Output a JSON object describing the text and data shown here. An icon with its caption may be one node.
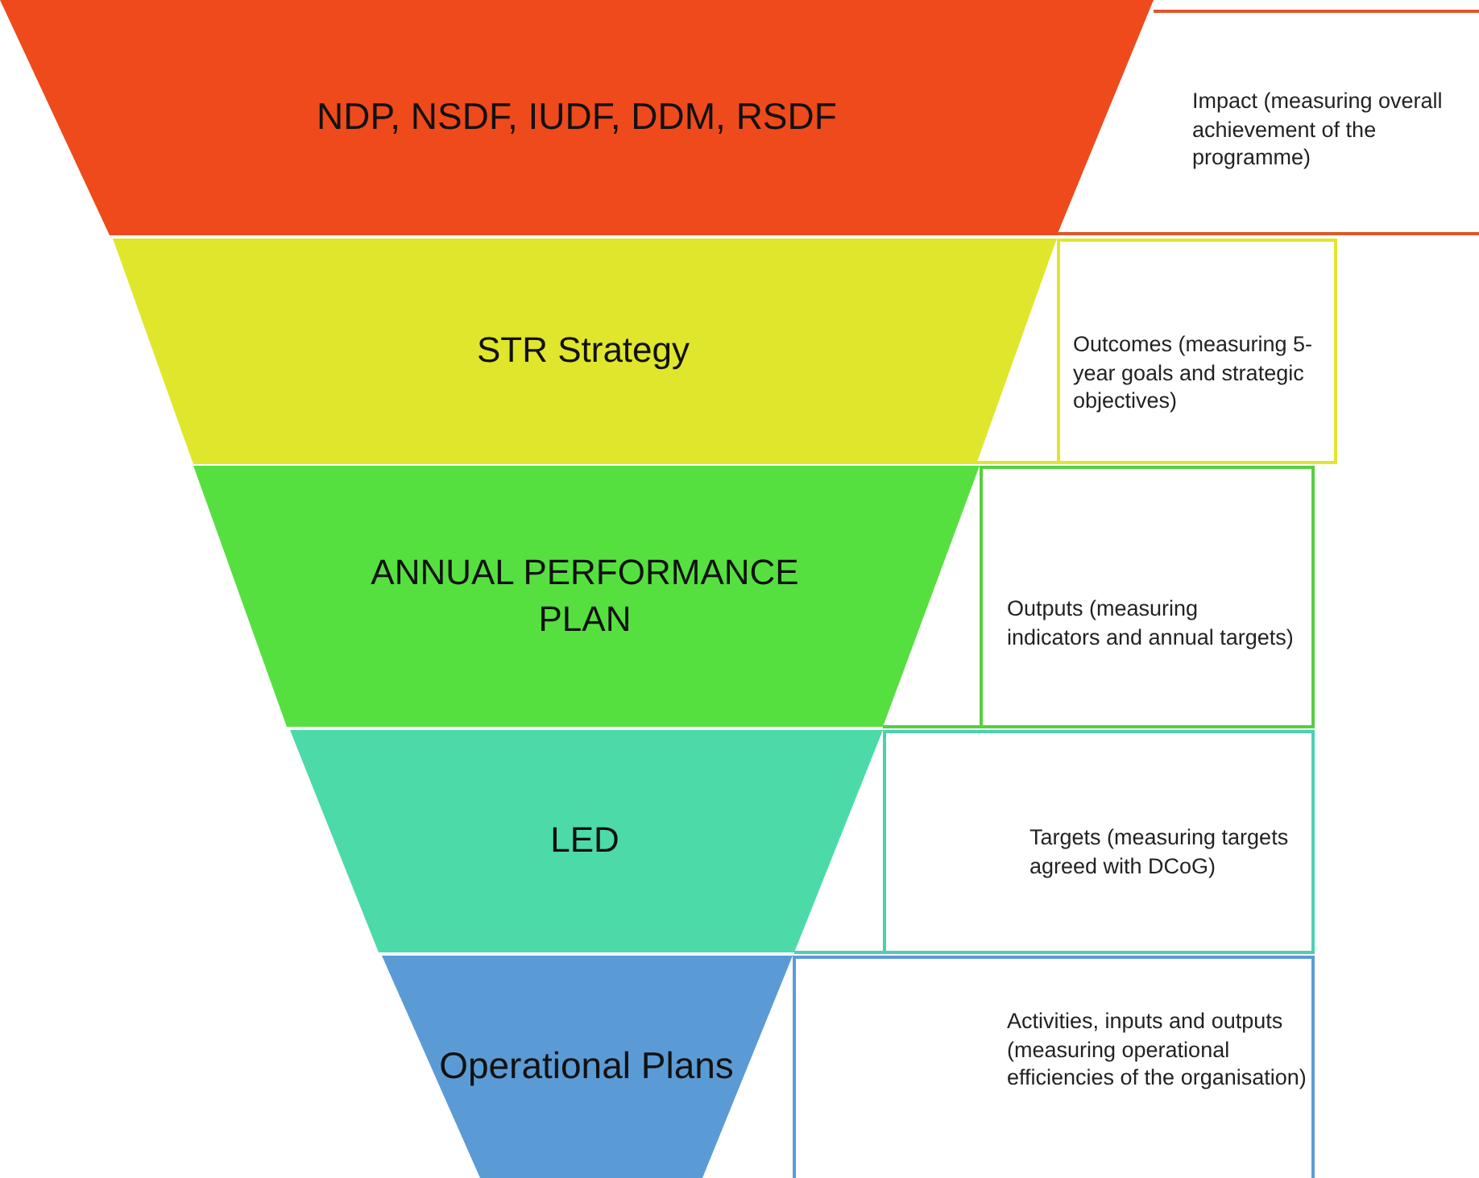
{
  "diagram": {
    "nodes": [
      {
        "text": [
          "NDP, NSDF, IUDF, DDM, RSDF"
        ]
      },
      {
        "text": [
          "Impact (measuring overall achievement of the programme)"
        ]
      },
      {
        "text": [
          "STR Strategy"
        ]
      },
      {
        "text": [
          "Outcomes (measuring 5-year goals and strategic objectives)"
        ]
      },
      {
        "text": [
          "ANNUAL PERFORMANCE PLAN"
        ]
      },
      {
        "text": [
          "Outputs (measuring indicators and annual targets)"
        ]
      },
      {
        "text": [
          "LED"
        ]
      },
      {
        "text": [
          "Targets (measuring targets agreed with DCoG)"
        ]
      },
      {
        "text": [
          "Operational Plans"
        ]
      },
      {
        "text": [
          "Activities, inputs and outputs (measuring operational efficiencies of the organisation)"
        ]
      }
    ]
  }
}
